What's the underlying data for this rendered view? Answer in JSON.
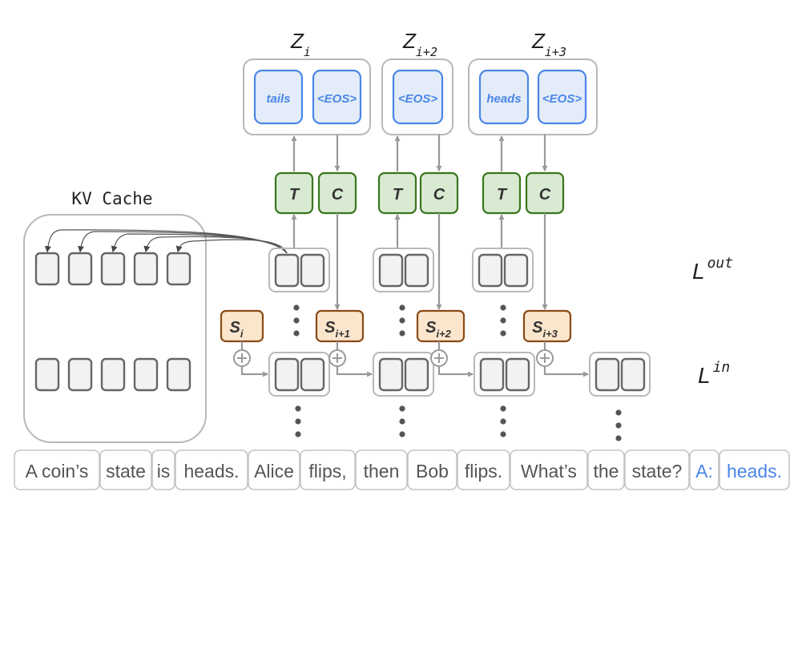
{
  "kv_cache": {
    "title": "KV Cache"
  },
  "z_labels": [
    {
      "base": "Z",
      "sub": "i"
    },
    {
      "base": "Z",
      "sub": "i+2"
    },
    {
      "base": "Z",
      "sub": "i+3"
    }
  ],
  "output_groups": [
    [
      "tails",
      "<EOS>"
    ],
    [
      "<EOS>"
    ],
    [
      "heads",
      "<EOS>"
    ]
  ],
  "t_label": "T",
  "c_label": "C",
  "state_labels": [
    {
      "base": "S",
      "sub": "i"
    },
    {
      "base": "S",
      "sub": "i+1"
    },
    {
      "base": "S",
      "sub": "i+2"
    },
    {
      "base": "S",
      "sub": "i+3"
    }
  ],
  "layer_labels": {
    "out": {
      "base": "L",
      "sup": "out"
    },
    "in": {
      "base": "L",
      "sup": "in"
    }
  },
  "tokens": [
    "A coin’s",
    "state",
    "is",
    "heads.",
    "Alice",
    "flips,",
    "then",
    "Bob",
    "flips.",
    "What’s",
    "the",
    "state?",
    "A:",
    "heads."
  ],
  "answer_tokens": [
    "A:",
    "heads."
  ],
  "colors": {
    "output_fill": "#e3ecf8",
    "output_stroke": "#4a86e8",
    "t_c_fill": "#d9ead3",
    "t_c_stroke": "#38761d",
    "state_fill": "#fce5cd",
    "state_stroke": "#8a4a14",
    "answer_text": "#4a86e8",
    "token_text": "#555555"
  }
}
